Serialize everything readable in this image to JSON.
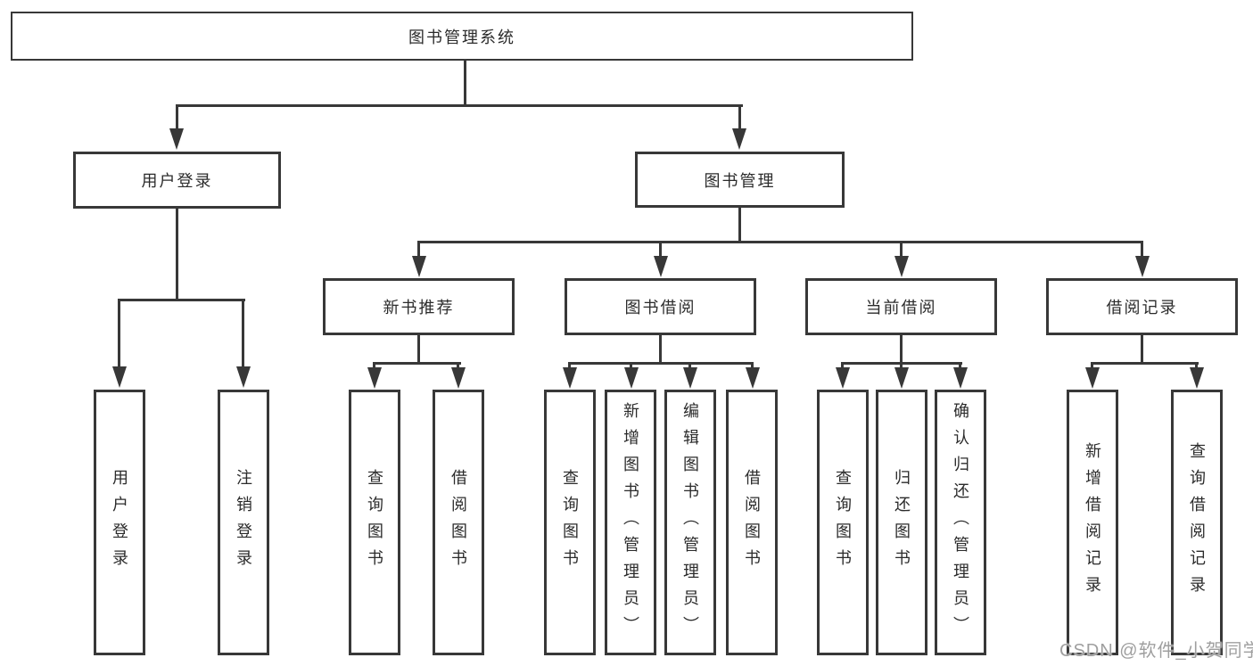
{
  "diagram": {
    "root": {
      "label": "图书管理系统"
    },
    "branches": [
      {
        "label": "用户登录",
        "children": [
          "用户登录",
          "注销登录"
        ]
      },
      {
        "label": "图书管理",
        "children": [
          {
            "label": "新书推荐",
            "children": [
              "查询图书",
              "借阅图书"
            ]
          },
          {
            "label": "图书借阅",
            "children": [
              "查询图书",
              "新增图书（管理员）",
              "编辑图书（管理员）",
              "借阅图书"
            ]
          },
          {
            "label": "当前借阅",
            "children": [
              "查询图书",
              "归还图书",
              "确认归还（管理员）"
            ]
          },
          {
            "label": "借阅记录",
            "children": [
              "新增借阅记录",
              "查询借阅记录"
            ]
          }
        ]
      }
    ]
  },
  "watermark": "CSDN @软件_小贺同学",
  "colors": {
    "line": "#383838",
    "text": "#2b2b2b",
    "watermark": "#9f9f9f",
    "background": "#ffffff"
  }
}
